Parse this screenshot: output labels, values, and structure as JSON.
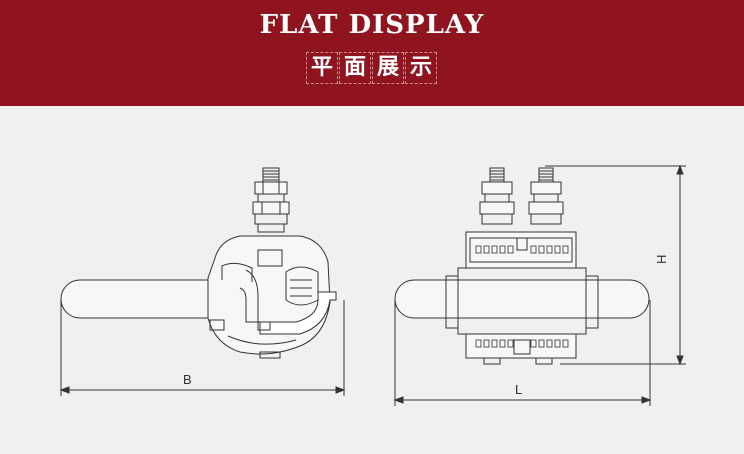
{
  "header": {
    "title_en": "FLAT DISPLAY",
    "title_zh": [
      "平",
      "面",
      "展",
      "示"
    ]
  },
  "dimensions": {
    "b_label": "B",
    "l_label": "L",
    "h_label": "H"
  },
  "colors": {
    "banner": "#8f1420",
    "background": "#f0f0f0",
    "line": "#333333"
  }
}
